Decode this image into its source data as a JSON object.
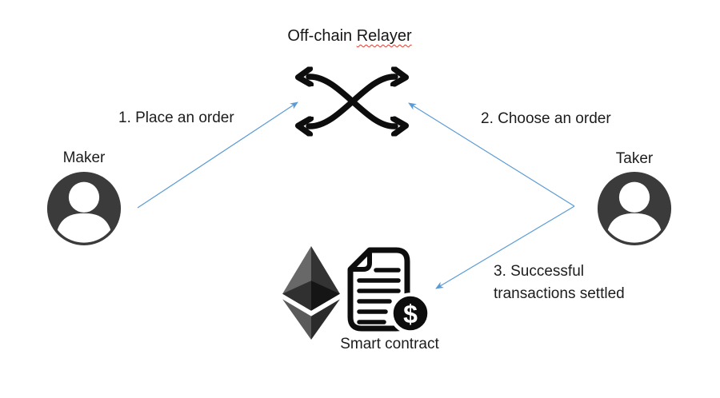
{
  "diagram": {
    "title": {
      "prefix": "Off-chain ",
      "word": "Relayer"
    },
    "nodes": {
      "maker": {
        "label": "Maker"
      },
      "taker": {
        "label": "Taker"
      },
      "relayer": {
        "label": "Off-chain Relayer"
      },
      "smart_contract": {
        "label": "Smart contract"
      }
    },
    "steps": {
      "place_order": {
        "label": "1. Place an order",
        "from": "Maker",
        "to": "Off-chain Relayer"
      },
      "choose_order": {
        "label": "2. Choose an order",
        "from": "Taker",
        "to": "Off-chain Relayer"
      },
      "settle": {
        "line1": "3. Successful",
        "line2": "transactions settled",
        "from": "Taker",
        "to": "Smart contract"
      }
    },
    "icons": {
      "relayer": "swap-crossed-arrows-icon",
      "maker": "person-icon",
      "taker": "person-icon",
      "ethereum": "ethereum-logo-icon",
      "contract": "document-dollar-icon",
      "dollar_glyph": "$"
    },
    "colors": {
      "connector_blue": "#5b9bd5",
      "icon_black": "#0d0d0d",
      "person_gray": "#3b3b3b",
      "spellcheck_red": "#e03c31",
      "background": "#ffffff"
    }
  }
}
